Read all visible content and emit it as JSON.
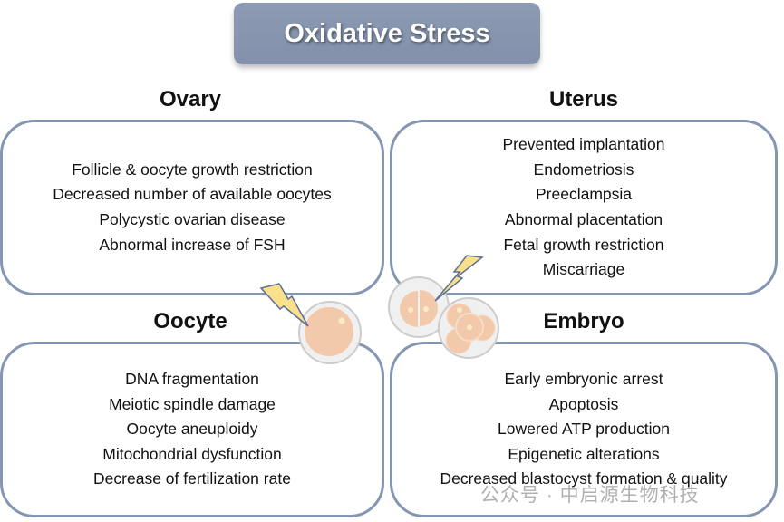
{
  "title": "Oxidative Stress",
  "sections": {
    "ovary": {
      "heading": "Ovary",
      "items": [
        "Follicle & oocyte growth restriction",
        "Decreased number of available oocytes",
        "Polycystic ovarian disease",
        "Abnormal increase of FSH"
      ]
    },
    "uterus": {
      "heading": "Uterus",
      "items": [
        "Prevented implantation",
        "Endometriosis",
        "Preeclampsia",
        "Abnormal placentation",
        "Fetal growth restriction",
        "Miscarriage"
      ]
    },
    "oocyte": {
      "heading": "Oocyte",
      "items": [
        "DNA fragmentation",
        "Meiotic spindle damage",
        "Oocyte aneuploidy",
        "Mitochondrial dysfunction",
        "Decrease of fertilization rate"
      ]
    },
    "embryo": {
      "heading": "Embryo",
      "items": [
        "Early embryonic arrest",
        "Apoptosis",
        "Lowered ATP production",
        "Epigenetic alterations",
        "Decreased blastocyst formation & quality"
      ]
    }
  },
  "watermark": "公众号 · 中启源生物科技",
  "colors": {
    "border": "#8596b2",
    "title_bg": "#8794ae",
    "cell": "#f2c9ab",
    "bolt": "#f9e08a"
  }
}
